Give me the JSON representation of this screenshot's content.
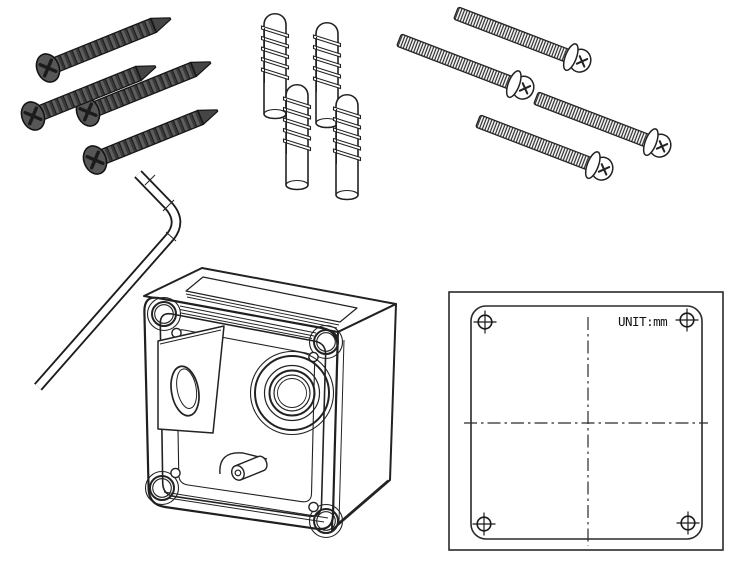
{
  "illustration": {
    "kind": "hardware installation parts line drawing",
    "background_color": "#ffffff",
    "line_color": "#222222",
    "tapping_screw_color": "#575757",
    "parts": {
      "tapping_screws": {
        "count": 4
      },
      "wall_anchors": {
        "count": 4
      },
      "machine_screws": {
        "count": 4
      },
      "hex_key": {
        "count": 1
      },
      "mounting_box": {
        "count": 1
      },
      "drill_template": {
        "count": 1
      }
    },
    "template": {
      "unit_label": "UNIT:mm"
    }
  }
}
